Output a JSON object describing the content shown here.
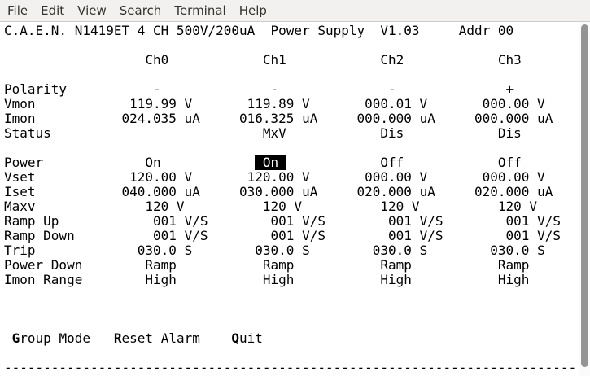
{
  "menu": {
    "items": [
      {
        "label": "File"
      },
      {
        "label": "Edit"
      },
      {
        "label": "View"
      },
      {
        "label": "Search"
      },
      {
        "label": "Terminal"
      },
      {
        "label": "Help"
      }
    ]
  },
  "title": {
    "vendor": "C.A.E.N.",
    "model": "N1419ET 4 CH 500V/200uA",
    "product": "Power Supply",
    "version": "V1.03",
    "address": "Addr 00"
  },
  "table": {
    "columns": [
      "Ch0",
      "Ch1",
      "Ch2",
      "Ch3"
    ],
    "rows": [
      {
        "key": "polarity",
        "label": "Polarity",
        "values": [
          "-",
          "-",
          "-",
          "+"
        ]
      },
      {
        "key": "vmon",
        "label": "Vmon",
        "values": [
          "119.99 V",
          "119.89 V",
          "000.01 V",
          "000.00 V"
        ]
      },
      {
        "key": "imon",
        "label": "Imon",
        "values": [
          "024.035 uA",
          "016.325 uA",
          "000.000 uA",
          "000.000 uA"
        ]
      },
      {
        "key": "status",
        "label": "Status",
        "values": [
          "",
          "MxV",
          "Dis",
          "Dis"
        ]
      },
      {
        "key": "power",
        "label": "Power",
        "values": [
          "On",
          "On",
          "Off",
          "Off"
        ],
        "highlight_index": 1
      },
      {
        "key": "vset",
        "label": "Vset",
        "values": [
          "120.00 V",
          "120.00 V",
          "000.00 V",
          "000.00 V"
        ]
      },
      {
        "key": "iset",
        "label": "Iset",
        "values": [
          "040.000 uA",
          "030.000 uA",
          "020.000 uA",
          "020.000 uA"
        ]
      },
      {
        "key": "maxv",
        "label": "Maxv",
        "values": [
          "120 V",
          "120 V",
          "120 V",
          "120 V"
        ]
      },
      {
        "key": "ramp_up",
        "label": "Ramp Up",
        "values": [
          "001 V/S",
          "001 V/S",
          "001 V/S",
          "001 V/S"
        ]
      },
      {
        "key": "ramp_down",
        "label": "Ramp Down",
        "values": [
          "001 V/S",
          "001 V/S",
          "001 V/S",
          "001 V/S"
        ]
      },
      {
        "key": "trip",
        "label": "Trip",
        "values": [
          "030.0 S",
          "030.0 S",
          "030.0 S",
          "030.0 S"
        ]
      },
      {
        "key": "power_down",
        "label": "Power Down",
        "values": [
          "Ramp",
          "Ramp",
          "Ramp",
          "Ramp"
        ]
      },
      {
        "key": "imon_range",
        "label": "Imon Range",
        "values": [
          "High",
          "High",
          "High",
          "High"
        ]
      }
    ]
  },
  "footer": {
    "commands": [
      {
        "label": "Group Mode",
        "hotkey": "G"
      },
      {
        "label": "Reset Alarm",
        "hotkey": "R"
      },
      {
        "label": "Quit",
        "hotkey": "Q"
      }
    ]
  },
  "colors": {
    "menubar_bg": "#f2f1ef",
    "terminal_bg": "#ffffff",
    "terminal_fg": "#000000",
    "highlight_bg": "#000000",
    "highlight_fg": "#ffffff",
    "scrollbar_thumb": "#949494"
  }
}
